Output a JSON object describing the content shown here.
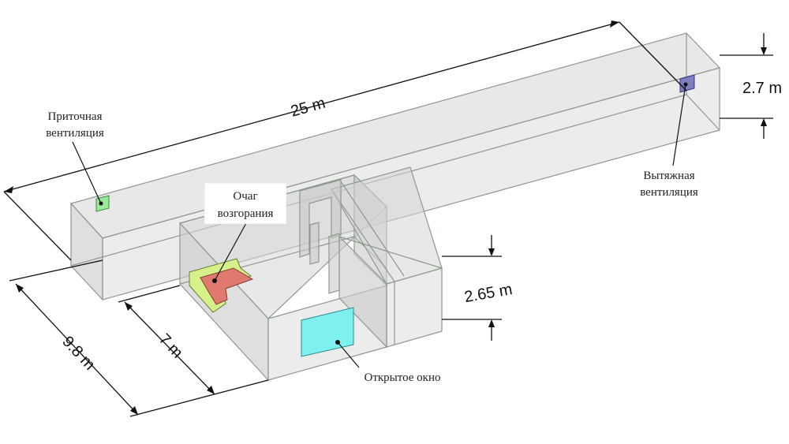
{
  "labels": {
    "supply_vent": [
      "Приточная",
      "вентиляция"
    ],
    "exhaust_vent": [
      "Вытяжная",
      "вентиляция"
    ],
    "fire_source": [
      "Очаг",
      "возгорания"
    ],
    "open_window": "Открытое окно"
  },
  "dimensions": {
    "length": "25 m",
    "height_corridor": "2.7 m",
    "height_room": "2.65 m",
    "width_total": "9.8 m",
    "width_room": "7 m"
  },
  "colors": {
    "supply_vent": "#9be89b",
    "exhaust_vent": "#7f7fbf",
    "fire_source": "#e07a6e",
    "sofa": "#d6f08a",
    "window": "#7ff0f0"
  }
}
